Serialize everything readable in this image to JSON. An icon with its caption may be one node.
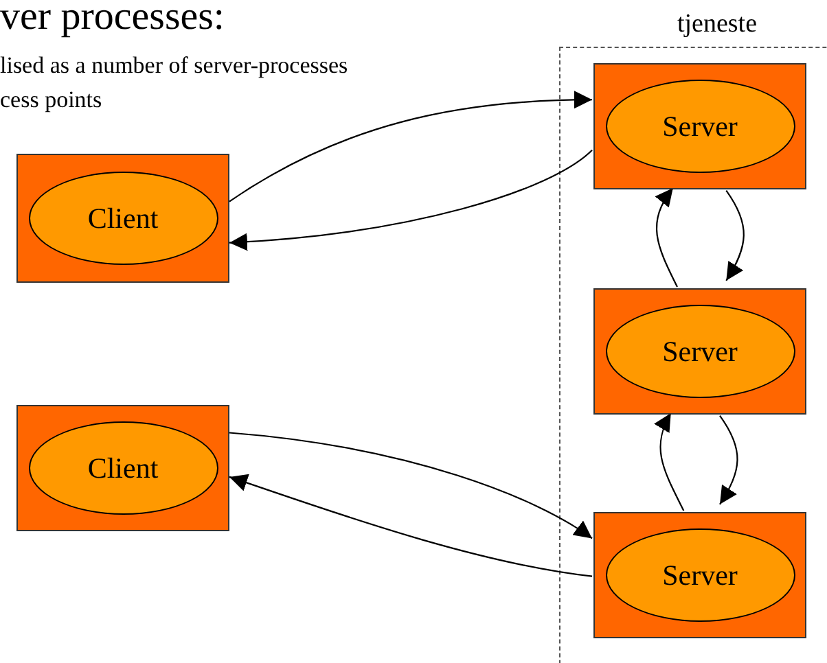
{
  "diagram": {
    "title": "ver processes:",
    "nodes": [
      {
        "text": [
          "tjeneste"
        ]
      },
      {
        "text": [
          "Server"
        ],
        "in": 0
      },
      {
        "text": [
          "Client"
        ]
      },
      {
        "text": [
          "Server"
        ],
        "in": 0
      },
      {
        "text": [
          "Client"
        ]
      },
      {
        "text": [
          "Server"
        ],
        "in": 0
      }
    ],
    "edges": [
      {
        "from": 2,
        "to": 1,
        "arrow": "to"
      },
      {
        "from": 1,
        "to": 2,
        "arrow": "to"
      },
      {
        "from": 3,
        "to": 1,
        "arrow": "to"
      },
      {
        "from": 1,
        "to": 3,
        "arrow": "to"
      },
      {
        "from": 5,
        "to": 3,
        "arrow": "to"
      },
      {
        "from": 3,
        "to": 5,
        "arrow": "to"
      },
      {
        "from": 4,
        "to": 5,
        "arrow": "to"
      },
      {
        "from": 5,
        "to": 4,
        "arrow": "to"
      }
    ],
    "labels": [
      "lised as a number of server-processes",
      "cess points"
    ]
  }
}
